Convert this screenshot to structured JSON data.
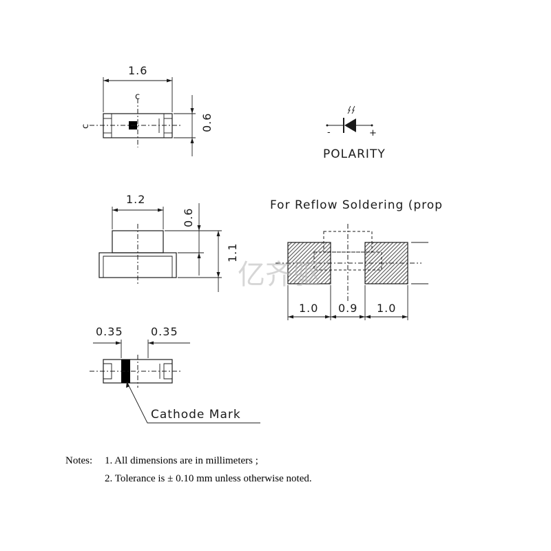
{
  "top_view": {
    "width_dim": "1.6",
    "height_dim": "0.6",
    "center_mark": "c",
    "side_mark": "c"
  },
  "polarity": {
    "label": "POLARITY",
    "minus": "-",
    "plus": "+"
  },
  "side_view": {
    "width_dim": "1.2",
    "upper_dim": "0.6",
    "total_dim": "1.1"
  },
  "reflow": {
    "title": "For Reflow Soldering (prop",
    "dims": [
      "1.0",
      "0.9",
      "1.0"
    ]
  },
  "bottom_view": {
    "left_dim": "0.35",
    "right_dim": "0.35",
    "cathode_label": "Cathode Mark"
  },
  "watermark": "亿齐驱",
  "notes": {
    "heading": "Notes:",
    "line1": "1. All dimensions are in millimeters ;",
    "line2": "2. Tolerance is ± 0.10 mm unless otherwise noted."
  }
}
